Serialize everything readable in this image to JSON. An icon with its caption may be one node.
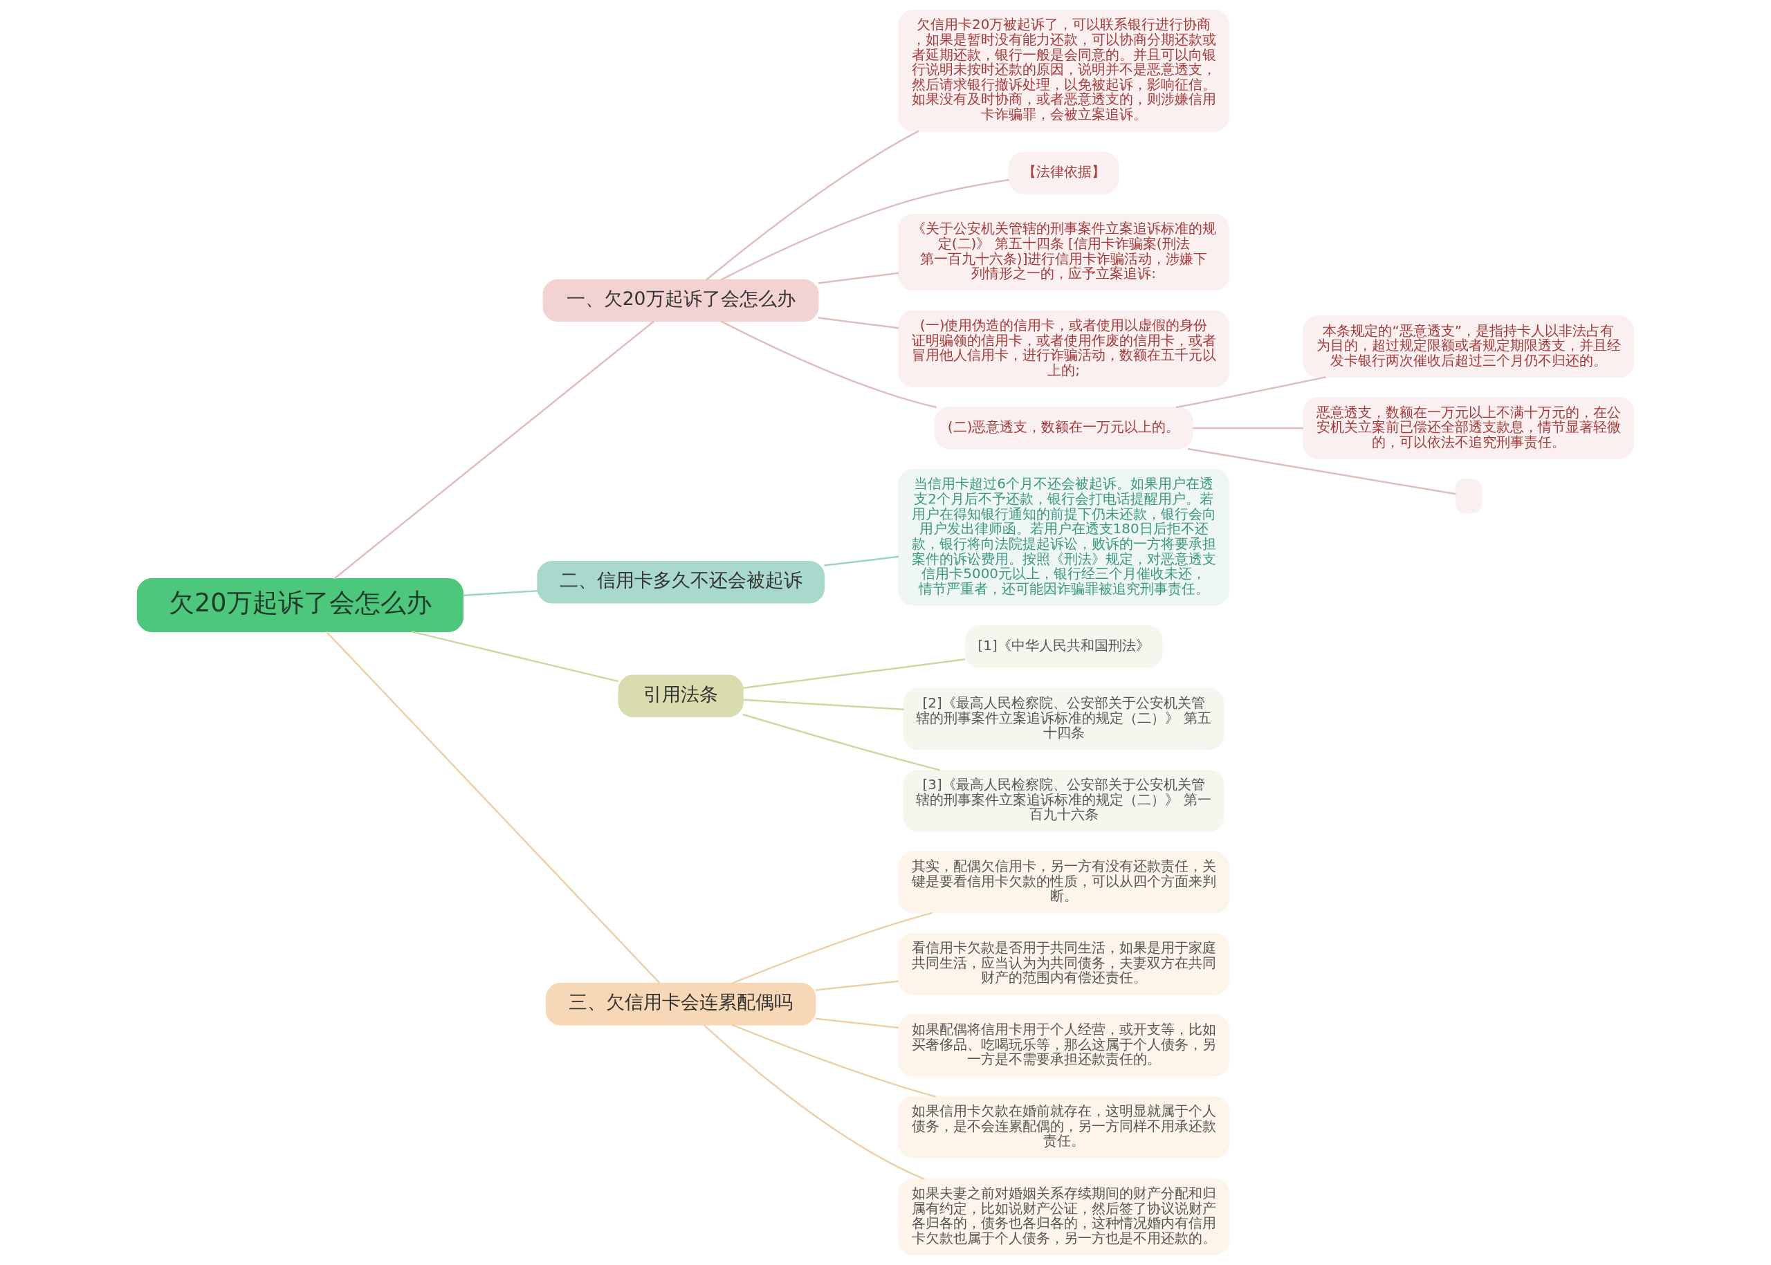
{
  "diagram": {
    "nodes": [
      {
        "text": [
          "欠20万起诉了会怎么办"
        ]
      },
      {
        "text": [
          "一、欠20万起诉了会怎么办"
        ]
      },
      {
        "text": [
          "欠信用卡20万被起诉了，可以联系银行进行协商，如果是暂时没有能力还款，可以协商分期还款或者延期还款，银行一般是会同意的。并且可以向银行说明未按时还款的原因，说明并不是恶意透支，然后请求银行撤诉处理，以免被起诉，影响征信。如果没有及时协商，或者恶意透支的，则涉嫌信用卡诈骗罪，会被立案追诉。"
        ]
      },
      {
        "text": [
          "【法律依据】"
        ]
      },
      {
        "text": [
          "《关于公安机关管辖的刑事案件立案追诉标准的规定(二)》 第五十四条 [信用卡诈骗案(刑法第一百九十六条)]进行信用卡诈骗活动，涉嫌下列情形之一的，应予立案追诉:"
        ]
      },
      {
        "text": [
          "(一)使用伪造的信用卡，或者使用以虚假的身份证明骗领的信用卡，或者使用作废的信用卡，或者冒用他人信用卡，进行诈骗活动，数额在五千元以上的;"
        ]
      },
      {
        "text": [
          "(二)恶意透支，数额在一万元以上的。"
        ]
      },
      {
        "text": [
          "本条规定的“恶意透支”，是指持卡人以非法占有为目的，超过规定限额或者规定期限透支，并且经发卡银行两次催收后超过三个月仍不归还的。"
        ]
      },
      {
        "text": [
          "恶意透支，数额在一万元以上不满十万元的，在公安机关立案前已偿还全部透支款息，情节显著轻微的，可以依法不追究刑事责任。"
        ]
      },
      {
        "text": [],
        "shape": "box"
      },
      {
        "text": [
          "二、信用卡多久不还会被起诉"
        ]
      },
      {
        "text": [
          "当信用卡超过6个月不还会被起诉。如果用户在透支2个月后不予还款，银行会打电话提醒用户。若用户在得知银行通知的前提下仍未还款，银行会向用户发出律师函。若用户在透支180日后拒不还款，银行将向法院提起诉讼，败诉的一方将要承担案件的诉讼费用。按照《刑法》规定，对恶意透支信用卡5000元以上，银行经三个月催收未还，情节严重者，还可能因诈骗罪被追究刑事责任。"
        ]
      },
      {
        "text": [
          "引用法条"
        ]
      },
      {
        "text": [
          "[1]《中华人民共和国刑法》"
        ]
      },
      {
        "text": [
          "[2]《最高人民检察院、公安部关于公安机关管辖的刑事案件立案追诉标准的规定（二）》 第五十四条"
        ]
      },
      {
        "text": [
          "[3]《最高人民检察院、公安部关于公安机关管辖的刑事案件立案追诉标准的规定（二）》 第一百九十六条"
        ]
      },
      {
        "text": [
          "三、欠信用卡会连累配偶吗"
        ]
      },
      {
        "text": [
          "其实，配偶欠信用卡，另一方有没有还款责任，关键是要看信用卡欠款的性质，可以从四个方面来判断。"
        ]
      },
      {
        "text": [
          "看信用卡欠款是否用于共同生活，如果是用于家庭共同生活，应当认为为共同债务，夫妻双方在共同财产的范围内有偿还责任。"
        ]
      },
      {
        "text": [
          "如果配偶将信用卡用于个人经营，或开支等，比如买奢侈品、吃喝玩乐等，那么这属于个人债务，另一方是不需要承担还款责任的。"
        ]
      },
      {
        "text": [
          "如果信用卡欠款在婚前就存在，这明显就属于个人债务，是不会连累配偶的，另一方同样不用承还款责任。"
        ]
      },
      {
        "text": [
          "如果夫妻之前对婚姻关系存续期间的财产分配和归属有约定，比如说财产公证，然后签了协议说财产各归各的，债务也各归各的，这种情况婚内有信用卡欠款也属于个人债务，另一方也是不用还款的。"
        ]
      }
    ],
    "edges": [
      {
        "from": 0,
        "to": 1,
        "arrow": "none",
        "color": "#e3bcbc"
      },
      {
        "from": 1,
        "to": 2,
        "arrow": "none",
        "color": "#e3bcbc"
      },
      {
        "from": 1,
        "to": 3,
        "arrow": "none",
        "color": "#e3bcbc"
      },
      {
        "from": 1,
        "to": 4,
        "arrow": "none",
        "color": "#e3bcbc"
      },
      {
        "from": 1,
        "to": 5,
        "arrow": "none",
        "color": "#e3bcbc"
      },
      {
        "from": 1,
        "to": 6,
        "arrow": "none",
        "color": "#e3bcbc"
      },
      {
        "from": 6,
        "to": 7,
        "arrow": "none",
        "color": "#e3bcbc"
      },
      {
        "from": 6,
        "to": 8,
        "arrow": "none",
        "color": "#e3bcbc"
      },
      {
        "from": 6,
        "to": 9,
        "arrow": "none",
        "color": "#e3bcbc"
      },
      {
        "from": 0,
        "to": 10,
        "arrow": "none",
        "color": "#9fd3c7"
      },
      {
        "from": 10,
        "to": 11,
        "arrow": "none",
        "color": "#9fd3c7"
      },
      {
        "from": 0,
        "to": 12,
        "arrow": "none",
        "color": "#cfd7a3"
      },
      {
        "from": 12,
        "to": 13,
        "arrow": "none",
        "color": "#cfd7a3"
      },
      {
        "from": 12,
        "to": 14,
        "arrow": "none",
        "color": "#cfd7a3"
      },
      {
        "from": 12,
        "to": 15,
        "arrow": "none",
        "color": "#cfd7a3"
      },
      {
        "from": 0,
        "to": 16,
        "arrow": "none",
        "color": "#f0cfa8"
      },
      {
        "from": 16,
        "to": 17,
        "arrow": "none",
        "color": "#f0cfa8"
      },
      {
        "from": 16,
        "to": 18,
        "arrow": "none",
        "color": "#f0cfa8"
      },
      {
        "from": 16,
        "to": 19,
        "arrow": "none",
        "color": "#f0cfa8"
      },
      {
        "from": 16,
        "to": 20,
        "arrow": "none",
        "color": "#f0cfa8"
      },
      {
        "from": 16,
        "to": 21,
        "arrow": "none",
        "color": "#f0cfa8"
      }
    ]
  }
}
